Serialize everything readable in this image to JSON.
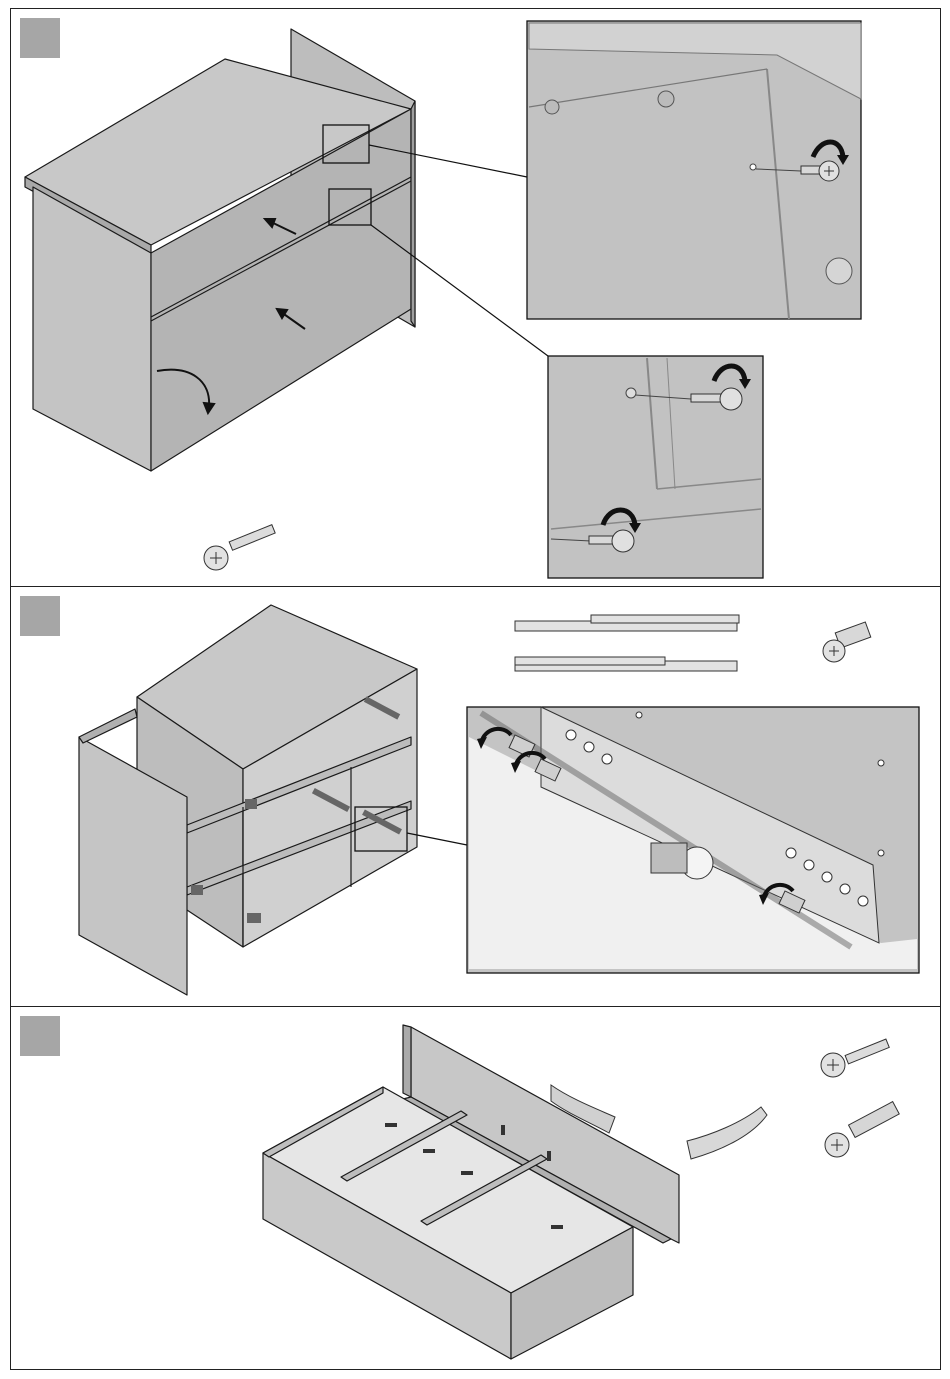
{
  "document": {
    "type": "furniture assembly instructions",
    "steps": [
      {
        "id": "step-1",
        "marker_color": "#a6a6a6",
        "parts": [
          "cabinet-back-panel",
          "screw"
        ]
      },
      {
        "id": "step-2",
        "marker_color": "#a6a6a6",
        "parts": [
          "drawer-slides",
          "euro-screw"
        ]
      },
      {
        "id": "step-3",
        "marker_color": "#a6a6a6",
        "parts": [
          "drawer-box",
          "drawer-front",
          "handle",
          "short-screw",
          "long-screw"
        ]
      }
    ],
    "colors": {
      "panel": "#bdbdbd",
      "panel_light": "#d4d4d4",
      "panel_dark": "#a8a8a8",
      "line": "#1a1a1a",
      "zoom_bg": "#c2c2c2"
    }
  }
}
